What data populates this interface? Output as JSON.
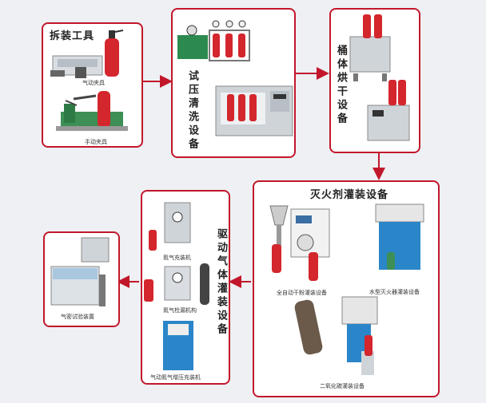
{
  "panels": {
    "disassembly": {
      "title": "拆装工具",
      "captions": [
        "气动夹具",
        "手动夹具"
      ]
    },
    "pressure_test": {
      "title": "试压清洗设备"
    },
    "drying": {
      "title": "桶体烘干设备"
    },
    "filling": {
      "title": "灭火剂灌装设备",
      "captions": [
        "全自动干粉灌装设备",
        "水型灭火器灌装设备",
        "二氧化碳灌装设备"
      ]
    },
    "gas_filling": {
      "title": "驱动气体灌装设备",
      "captions": [
        "氮气充装机",
        "氮气检漏机构",
        "气动氮气增压充装机"
      ]
    },
    "leak_test": {
      "caption": "气密试验装置"
    }
  },
  "colors": {
    "frame": "#c2172b",
    "cylinder_red": "#d4262d",
    "cabinet_blue": "#2a86c8"
  }
}
